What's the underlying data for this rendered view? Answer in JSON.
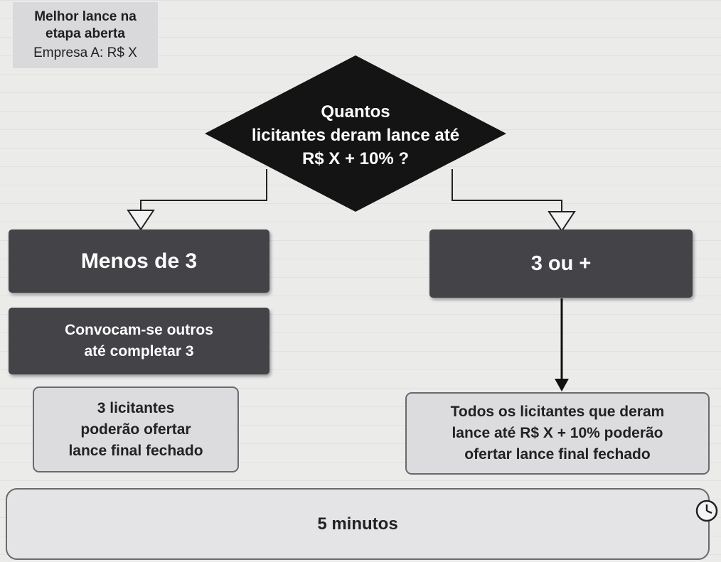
{
  "best_bid": {
    "title": "Melhor lance na\netapa aberta",
    "value": "Empresa A: R$ X"
  },
  "question": "Quantos\nlicitantes deram lance até\nR$ X + 10% ?",
  "left_branch": {
    "header": "Menos de 3",
    "step": "Convocam-se outros\naté completar 3",
    "result": "3 licitantes\npoderão ofertar\nlance final fechado"
  },
  "right_branch": {
    "header": "3 ou +",
    "result": "Todos os licitantes que deram\nlance até R$ X + 10% poderão\nofertar lance final fechado"
  },
  "timer": {
    "label": "5 minutos",
    "icon": "clock-icon"
  },
  "colors": {
    "dark_box": "#434348",
    "light_box": "#dcdcdf",
    "background": "#ebebea"
  }
}
